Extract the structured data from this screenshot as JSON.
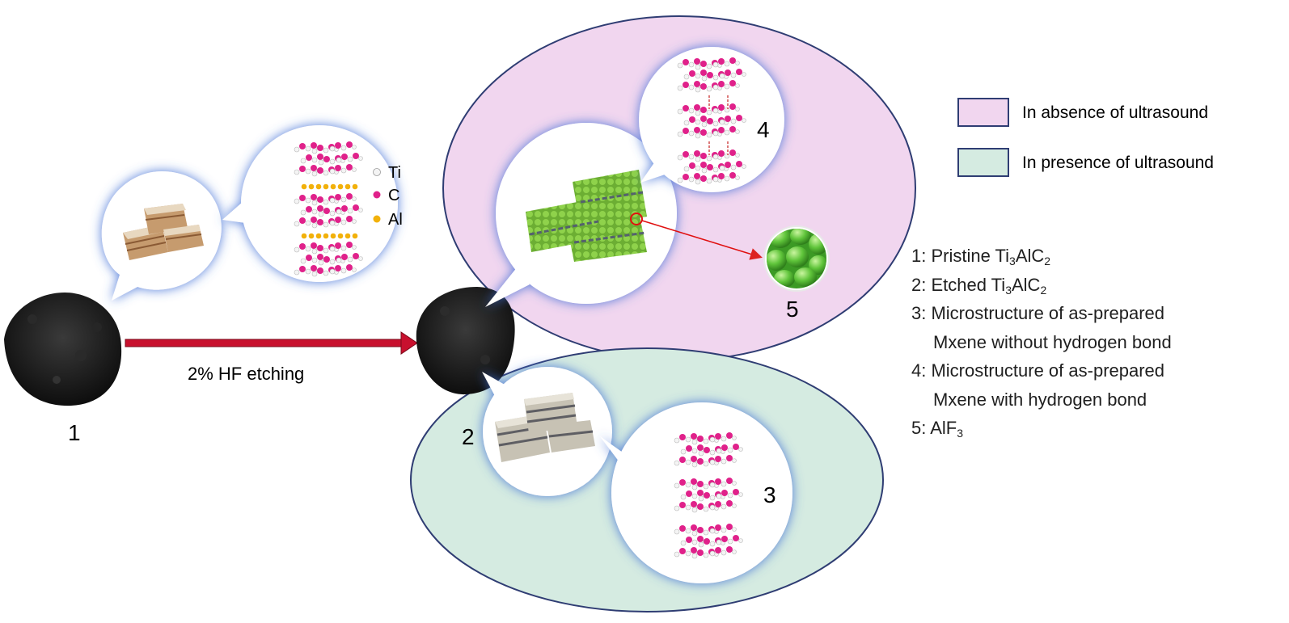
{
  "legend": [
    {
      "label": "In absence of ultrasound",
      "color": "#f1d6ef"
    },
    {
      "label": "In presence of ultrasound",
      "color": "#d5ebe1"
    }
  ],
  "element_key": [
    {
      "label": "Ti",
      "color": "#f4f4f4"
    },
    {
      "label": "C",
      "color": "#e0218a"
    },
    {
      "label": "Al",
      "color": "#f2b10a"
    }
  ],
  "arrow_label": "2% HF etching",
  "stage_numbers": [
    "1",
    "2",
    "3",
    "4",
    "5"
  ],
  "list": {
    "item1_prefix": "1: Pristine Ti",
    "item1_sub1": "3",
    "item1_mid": "AlC",
    "item1_sub2": "2",
    "item2_prefix": "2: Etched Ti",
    "item2_sub1": "3",
    "item2_mid": "AlC",
    "item2_sub2": "2",
    "item3_line1": "3: Microstructure of as-prepared",
    "item3_line2": "Mxene without hydrogen bond",
    "item4_line1": "4: Microstructure of as-prepared",
    "item4_line2": "Mxene with hydrogen bond",
    "item5_prefix": "5: AlF",
    "item5_sub": "3"
  },
  "colors": {
    "arrow": "#c8102e",
    "ellipse_outline": "#2f3d73",
    "bubble_glow": "#4a78d8",
    "carbon": "#e0218a",
    "aluminum": "#f2b10a",
    "powder": "#1b1b1b",
    "alf3": "#5fc43a"
  }
}
